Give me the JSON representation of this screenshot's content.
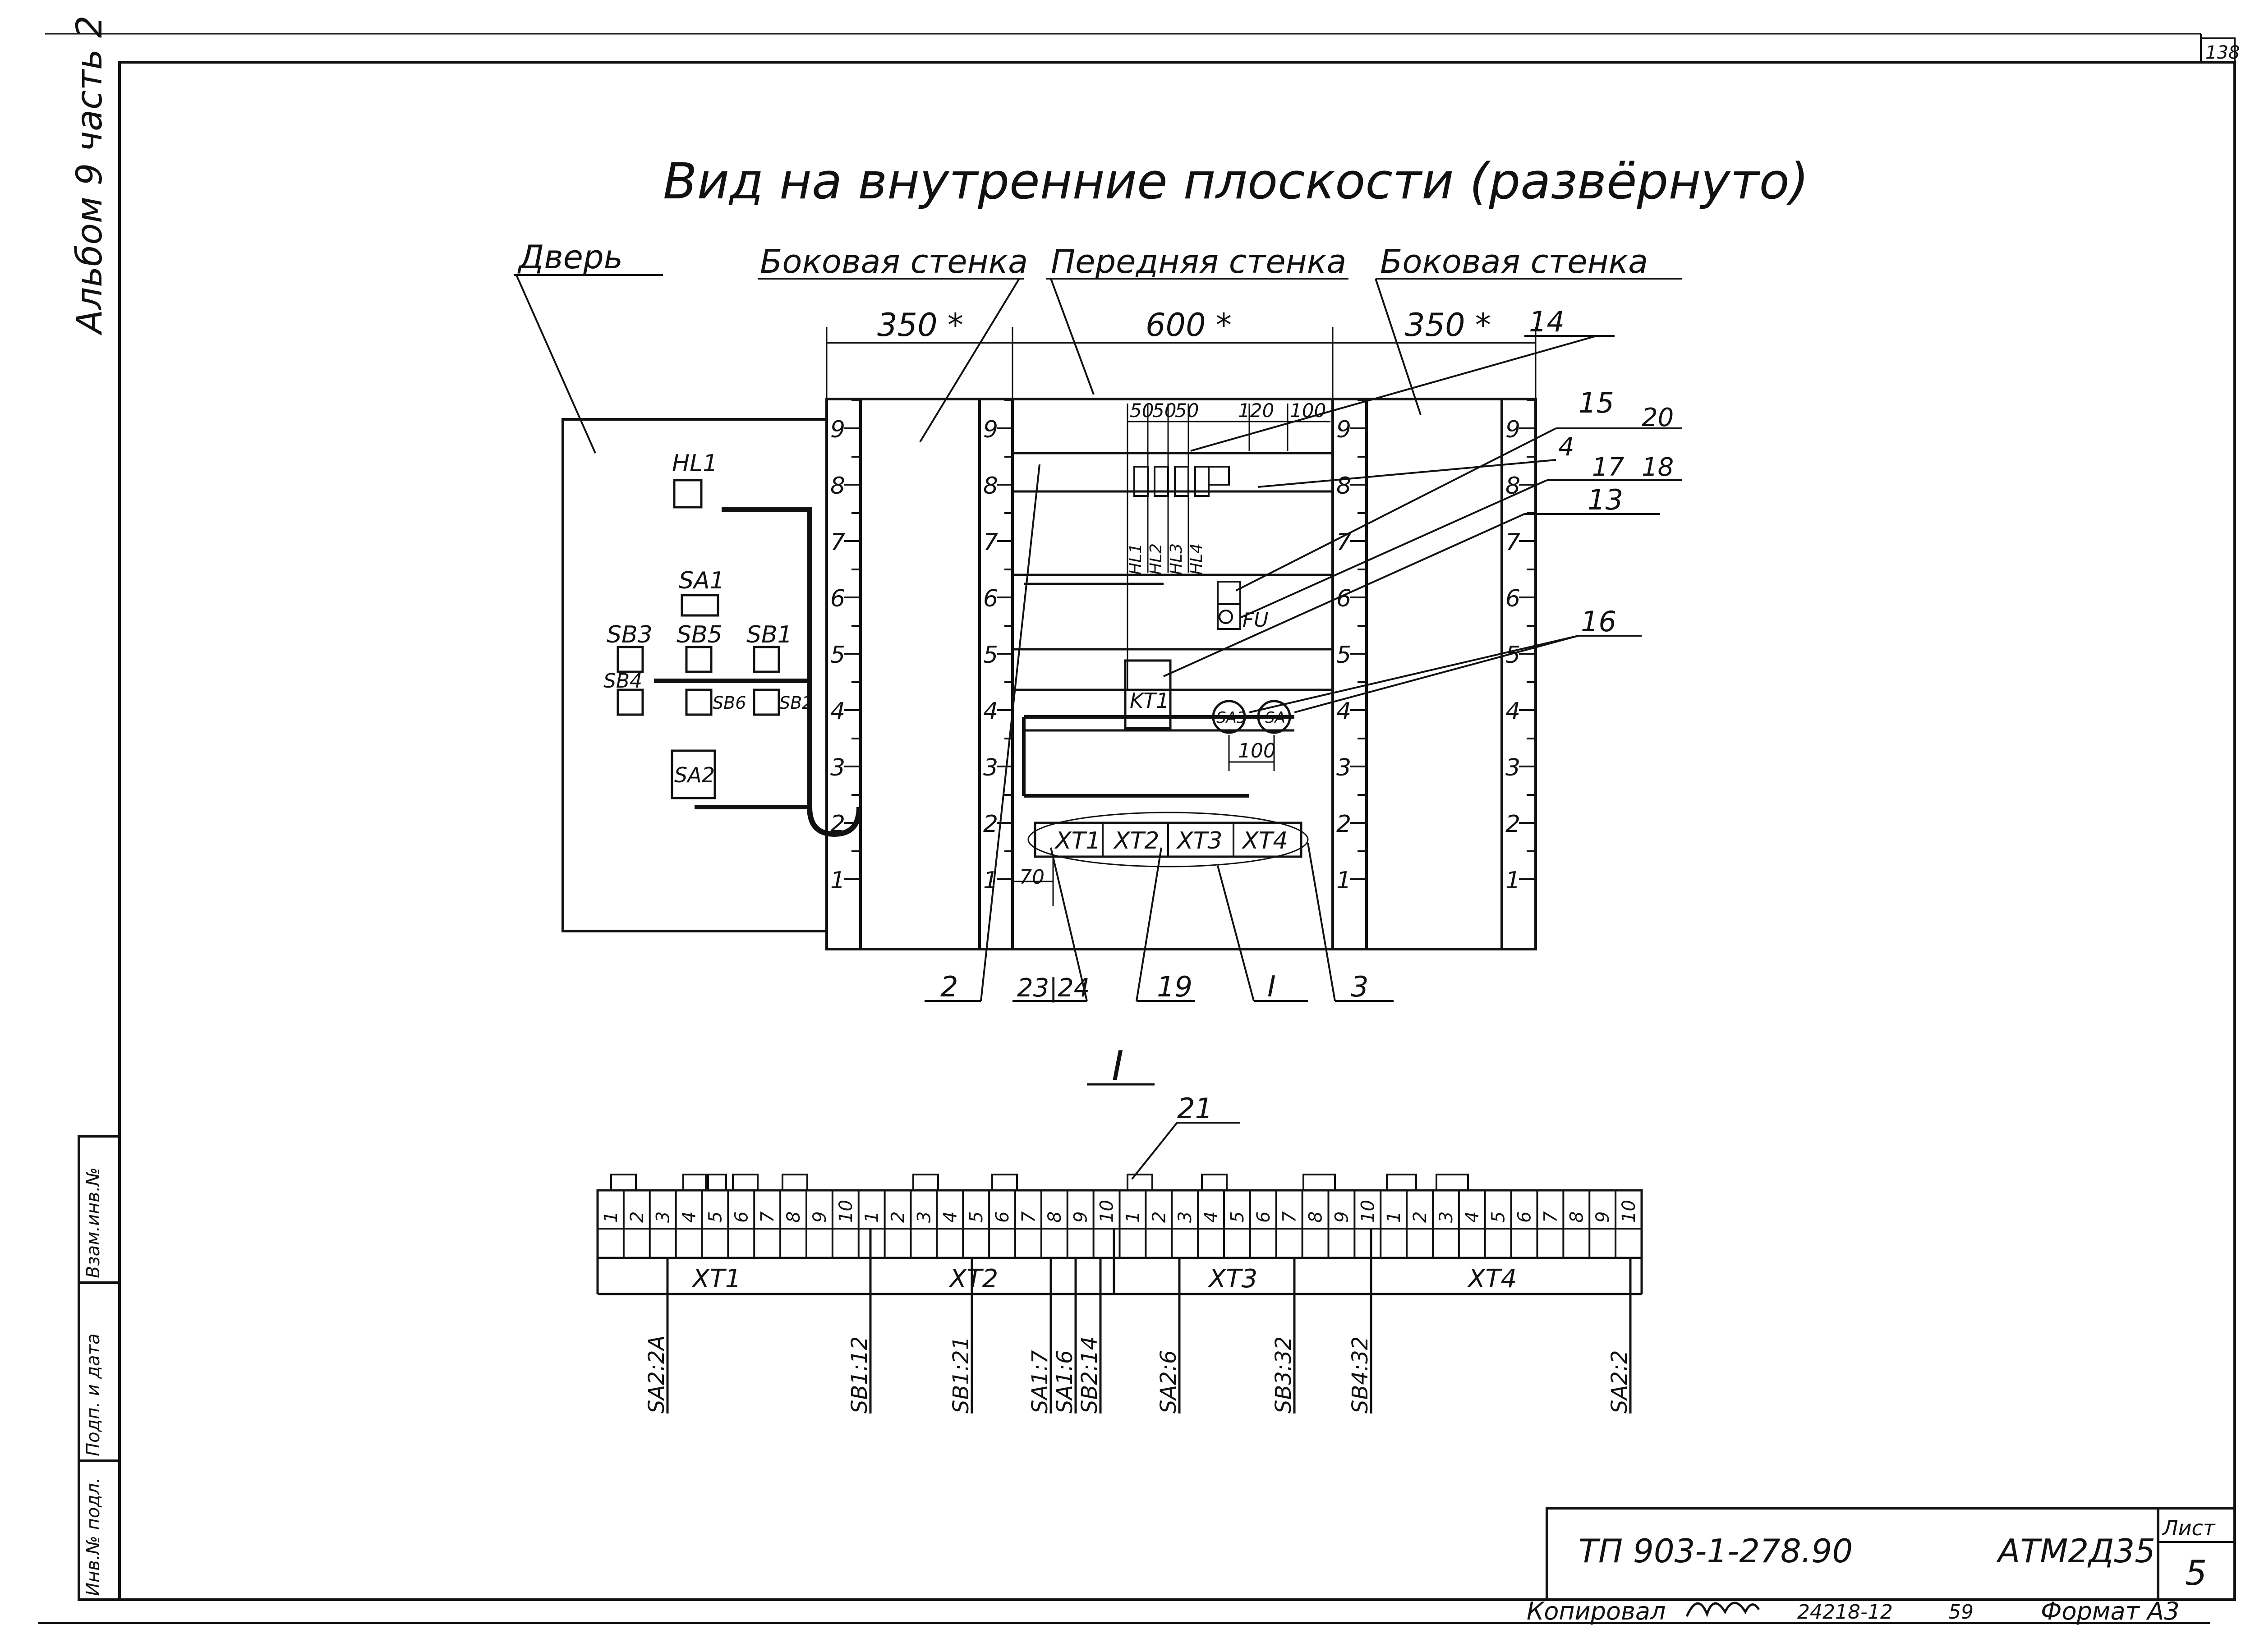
{
  "title": "Вид на внутренние плоскости (развёрнуто)",
  "sheet_corner_number": "138",
  "album_label": "Альбом 9 часть 2",
  "sections": {
    "door": "Дверь",
    "side_left": "Боковая стенка",
    "front": "Передняя стенка",
    "side_right": "Боковая стенка"
  },
  "dims": {
    "side_left": "350 *",
    "front": "600 *",
    "side_right": "350 *",
    "top_spacing": [
      "50",
      "50",
      "50",
      "120",
      "100"
    ],
    "sa_spacing": "100",
    "xt_offset": "70"
  },
  "scale_numbers": [
    "1",
    "2",
    "3",
    "4",
    "5",
    "6",
    "7",
    "8",
    "9"
  ],
  "door_devices": [
    "HL1",
    "SA1",
    "SB3",
    "SB5",
    "SB1",
    "SB4",
    "SB6",
    "SB2",
    "SA2"
  ],
  "front_devices": {
    "lamps": [
      "HL1",
      "HL2",
      "HL3",
      "HL4"
    ],
    "fuse": "FU",
    "relay": "KT1",
    "switches": [
      "SA3",
      "SA"
    ],
    "terminals": [
      "XT1",
      "XT2",
      "XT3",
      "XT4"
    ]
  },
  "callouts": {
    "c14": "14",
    "c15": "15",
    "c20": "20",
    "c4": "4",
    "c17": "17",
    "c18": "18",
    "c13": "13",
    "c16": "16",
    "c2": "2",
    "c23_24": "23|24",
    "c19": "19",
    "cI": "I",
    "c3": "3"
  },
  "detail": {
    "heading": "I",
    "callout": "21",
    "blocks": [
      "XT1",
      "XT2",
      "XT3",
      "XT4"
    ],
    "terminal_numbers": [
      "1",
      "2",
      "3",
      "4",
      "5",
      "6",
      "7",
      "8",
      "9",
      "10"
    ],
    "wire_labels": [
      "SA2:2A",
      "SB1:12",
      "SB1:21",
      "SA1:7",
      "SA1:6",
      "SB2:14",
      "SA2:6",
      "SB3:32",
      "SB4:32",
      "SA2:2"
    ]
  },
  "side_stamp": [
    "Инв.№ подл.",
    "Подп. и дата",
    "Взам.инв.№"
  ],
  "title_block": {
    "doc_code": "ТП   903-1-278.90",
    "doc_mark": "АТМ2Д35",
    "sheet_label": "Лист",
    "sheet_number": "5"
  },
  "footer": {
    "copied": "Копировал",
    "code": "24218-12",
    "num": "59",
    "format": "Формат А3"
  }
}
